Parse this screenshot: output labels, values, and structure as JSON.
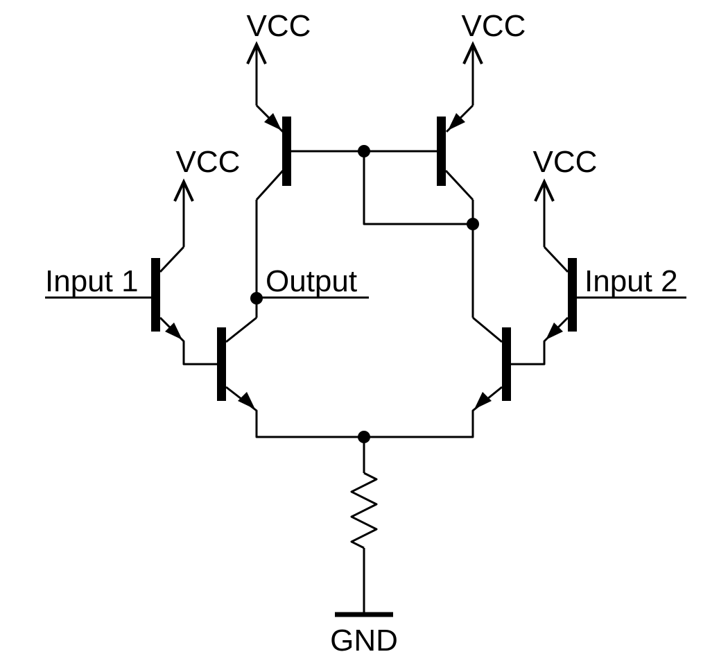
{
  "schematic": {
    "kind": "circuit-diagram",
    "labels": {
      "vcc": "VCC",
      "input1": "Input 1",
      "input2": "Input 2",
      "output": "Output",
      "gnd": "GND"
    },
    "colors": {
      "stroke": "#000000",
      "background": "#ffffff"
    },
    "components": [
      "pnp-transistor-current-mirror-left",
      "pnp-transistor-current-mirror-right",
      "npn-transistor-input-follower-left",
      "npn-transistor-input-follower-right",
      "npn-transistor-diff-pair-left",
      "npn-transistor-diff-pair-right",
      "tail-resistor",
      "ground-symbol"
    ]
  }
}
